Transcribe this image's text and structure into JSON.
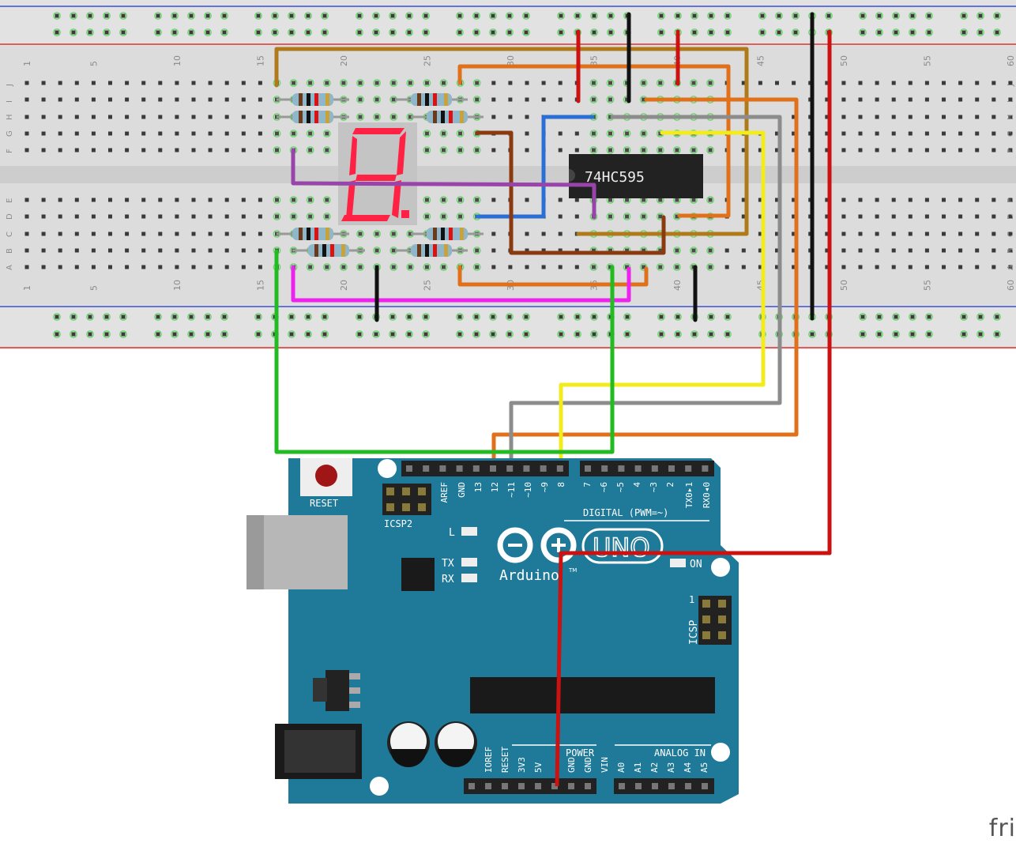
{
  "breadboard": {
    "column_numbers": [
      "1",
      "5",
      "10",
      "15",
      "20",
      "25",
      "30",
      "35",
      "40",
      "45",
      "50",
      "55",
      "60"
    ],
    "row_letters_top": [
      "J",
      "I",
      "H",
      "G",
      "F"
    ],
    "row_letters_bottom": [
      "E",
      "D",
      "C",
      "B",
      "A"
    ]
  },
  "chip": {
    "label": "74HC595"
  },
  "display": {
    "digit": "8"
  },
  "arduino": {
    "reset_label": "RESET",
    "icsp2_label": "ICSP2",
    "icsp_label": "ICSP",
    "icsp_pin1": "1",
    "brand": "Arduino",
    "model": "UNO",
    "tm": "TM",
    "digital_label": "DIGITAL (PWM=~)",
    "led_l": "L",
    "led_tx": "TX",
    "led_rx": "RX",
    "led_on": "ON",
    "power_label": "POWER",
    "analog_label": "ANALOG IN",
    "header_top_labels": [
      "AREF",
      "GND",
      "13",
      "12",
      "~11",
      "~10",
      "~9",
      "8",
      "7",
      "~6",
      "~5",
      "4",
      "~3",
      "2",
      "TX0▸1",
      "RX0◂0"
    ],
    "header_bottom_labels": [
      "IOREF",
      "RESET",
      "3V3",
      "5V",
      "GND",
      "GND",
      "VIN",
      "A0",
      "A1",
      "A2",
      "A3",
      "A4",
      "A5"
    ]
  },
  "watermark": "fri",
  "colors": {
    "board_teal": "#1f7a99",
    "breadboard": "#dcdcdc",
    "wire_green": "#22bb22",
    "wire_yellow": "#f2ec1c",
    "wire_gray": "#8c8c8c",
    "wire_orange": "#e0701a",
    "wire_red": "#cc1111",
    "wire_black": "#111111",
    "wire_blue": "#2b6fd6",
    "wire_brown": "#8b3a10",
    "wire_magenta": "#ee22ee",
    "wire_purple": "#9944aa",
    "wire_tan": "#b07a1a",
    "segment_red": "#ff2244"
  }
}
